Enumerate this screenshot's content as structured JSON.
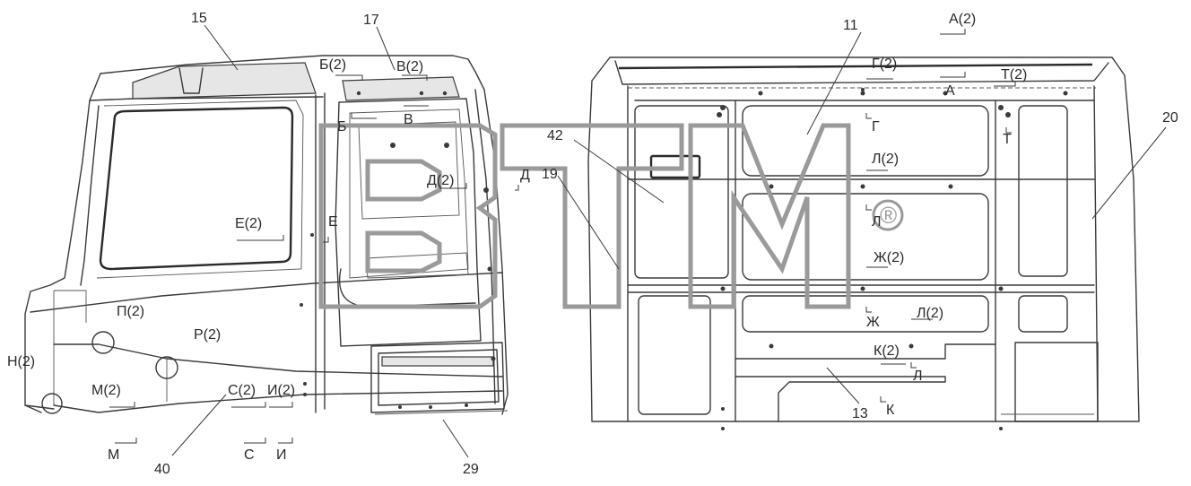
{
  "callouts": [
    {
      "id": "15",
      "text": "15"
    },
    {
      "id": "17",
      "text": "17"
    },
    {
      "id": "11",
      "text": "11"
    },
    {
      "id": "20",
      "text": "20"
    },
    {
      "id": "42",
      "text": "42"
    },
    {
      "id": "19",
      "text": "19"
    },
    {
      "id": "13",
      "text": "13"
    },
    {
      "id": "40",
      "text": "40"
    },
    {
      "id": "29",
      "text": "29"
    }
  ],
  "section_marks": [
    {
      "id": "b2",
      "text": "Б(2)"
    },
    {
      "id": "v2",
      "text": "В(2)"
    },
    {
      "id": "b",
      "text": "Б"
    },
    {
      "id": "v",
      "text": "В"
    },
    {
      "id": "d2",
      "text": "Д(2)"
    },
    {
      "id": "d",
      "text": "Д"
    },
    {
      "id": "e2",
      "text": "Е(2)"
    },
    {
      "id": "e",
      "text": "Е"
    },
    {
      "id": "p2",
      "text": "П(2)"
    },
    {
      "id": "r2",
      "text": "Р(2)"
    },
    {
      "id": "n2",
      "text": "Н(2)"
    },
    {
      "id": "m2",
      "text": "М(2)"
    },
    {
      "id": "s2",
      "text": "С(2)"
    },
    {
      "id": "i2",
      "text": "И(2)"
    },
    {
      "id": "m",
      "text": "М"
    },
    {
      "id": "s",
      "text": "С"
    },
    {
      "id": "i",
      "text": "И"
    },
    {
      "id": "a2",
      "text": "А(2)"
    },
    {
      "id": "g2",
      "text": "Г(2)"
    },
    {
      "id": "a",
      "text": "А"
    },
    {
      "id": "t2",
      "text": "Т(2)"
    },
    {
      "id": "g",
      "text": "Г"
    },
    {
      "id": "t",
      "text": "Т"
    },
    {
      "id": "l2a",
      "text": "Л(2)"
    },
    {
      "id": "l",
      "text": "Л"
    },
    {
      "id": "zh2",
      "text": "Ж(2)"
    },
    {
      "id": "zh",
      "text": "Ж"
    },
    {
      "id": "l2b",
      "text": "Л(2)"
    },
    {
      "id": "k2",
      "text": "К(2)"
    },
    {
      "id": "lb",
      "text": "Л"
    },
    {
      "id": "k",
      "text": "К"
    }
  ],
  "watermark": {
    "text": "ВТМ",
    "registered": "®",
    "color": "#9a9a9a"
  }
}
